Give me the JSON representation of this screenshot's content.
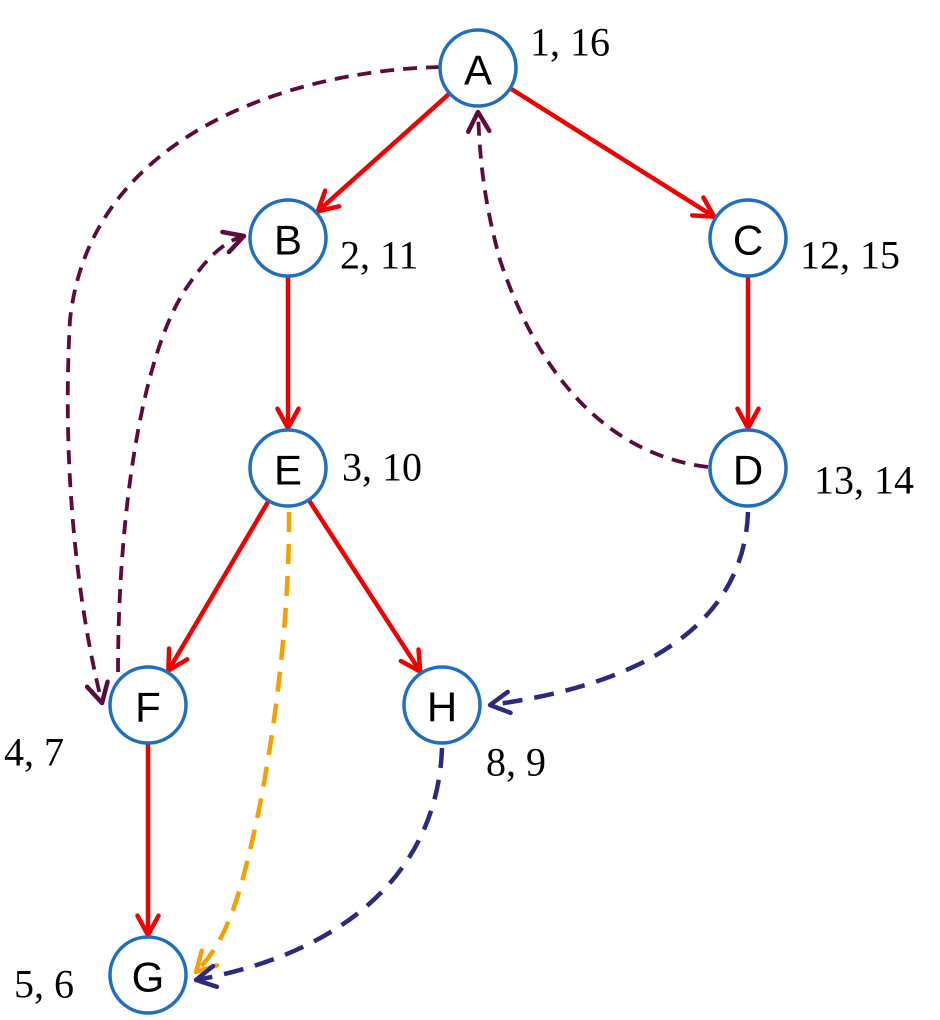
{
  "nodes": [
    {
      "id": "A",
      "label": "A",
      "times": "1, 16"
    },
    {
      "id": "B",
      "label": "B",
      "times": "2, 11"
    },
    {
      "id": "C",
      "label": "C",
      "times": "12, 15"
    },
    {
      "id": "E",
      "label": "E",
      "times": "3, 10"
    },
    {
      "id": "D",
      "label": "D",
      "times": "13, 14"
    },
    {
      "id": "F",
      "label": "F",
      "times": "4, 7"
    },
    {
      "id": "H",
      "label": "H",
      "times": "8, 9"
    },
    {
      "id": "G",
      "label": "G",
      "times": "5, 6"
    }
  ],
  "edges": [
    {
      "from": "A",
      "to": "B",
      "kind": "tree",
      "color": "#f00000"
    },
    {
      "from": "A",
      "to": "C",
      "kind": "tree",
      "color": "#f00000"
    },
    {
      "from": "B",
      "to": "E",
      "kind": "tree",
      "color": "#f00000"
    },
    {
      "from": "C",
      "to": "D",
      "kind": "tree",
      "color": "#f00000"
    },
    {
      "from": "E",
      "to": "F",
      "kind": "tree",
      "color": "#f00000"
    },
    {
      "from": "E",
      "to": "H",
      "kind": "tree",
      "color": "#f00000"
    },
    {
      "from": "F",
      "to": "G",
      "kind": "tree",
      "color": "#f00000"
    },
    {
      "from": "A",
      "to": "F",
      "kind": "back",
      "color": "#5e0a3c"
    },
    {
      "from": "F",
      "to": "B",
      "kind": "back",
      "color": "#5e0a3c"
    },
    {
      "from": "D",
      "to": "A",
      "kind": "back",
      "color": "#5e0a3c"
    },
    {
      "from": "E",
      "to": "G",
      "kind": "forward",
      "color": "#f5a000"
    },
    {
      "from": "D",
      "to": "H",
      "kind": "cross",
      "color": "#2c2a80"
    },
    {
      "from": "H",
      "to": "G",
      "kind": "cross",
      "color": "#2c2a80"
    }
  ]
}
